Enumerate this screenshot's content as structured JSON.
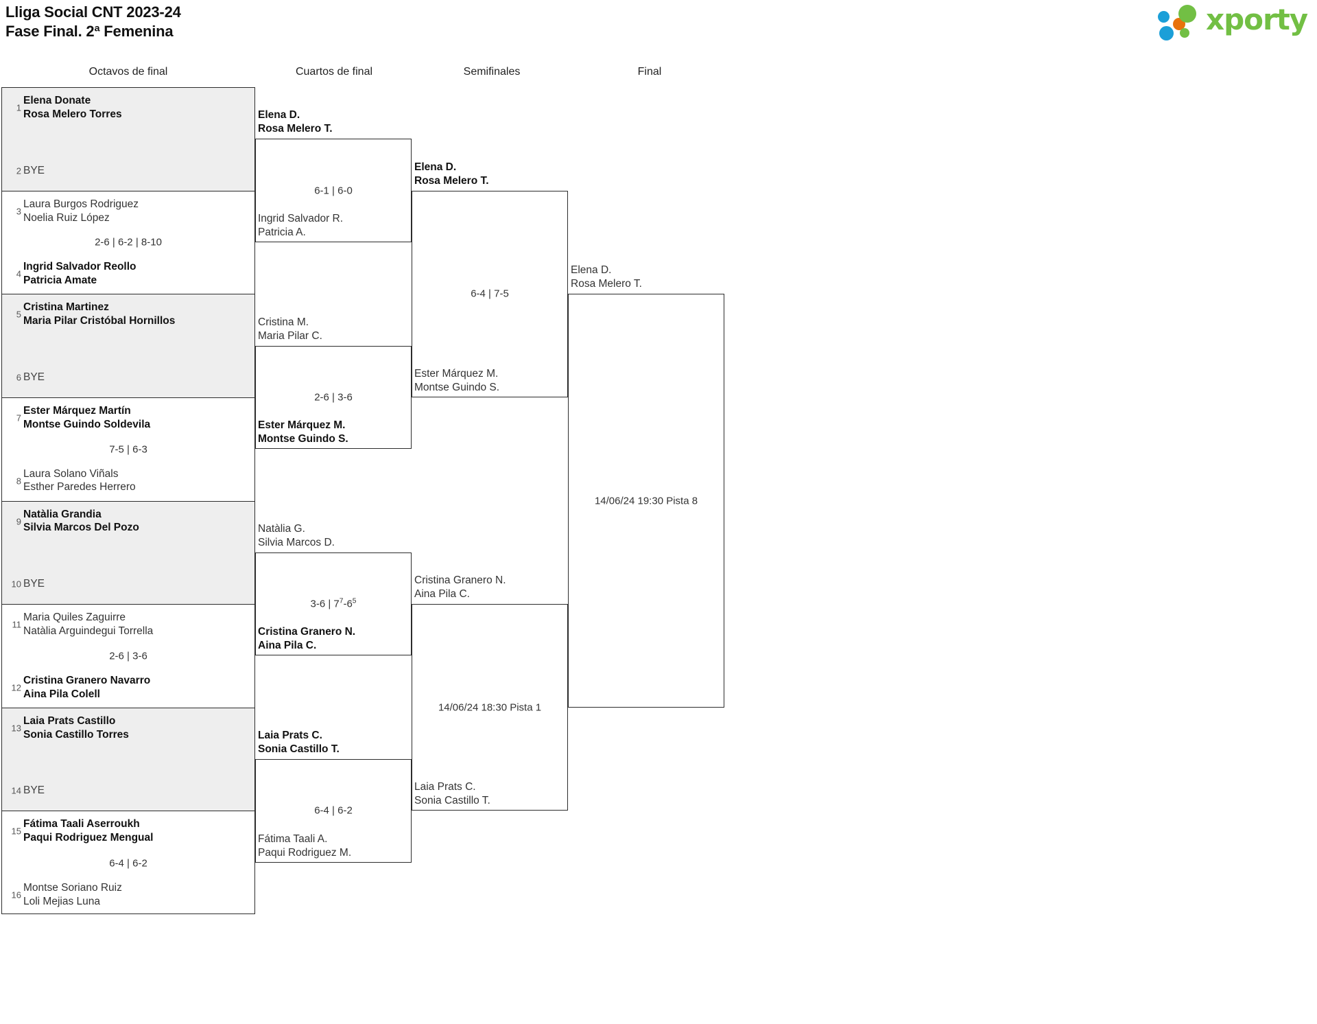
{
  "header": {
    "title_line1": "Lliga Social CNT 2023-24",
    "title_line2": "Fase Final. 2ª Femenina",
    "logo_text": "xporty",
    "logo_colors": {
      "blue": "#1b9fd8",
      "orange": "#e8720c",
      "green": "#72bf44"
    }
  },
  "rounds": [
    {
      "label": "Octavos de final"
    },
    {
      "label": "Cuartos de final"
    },
    {
      "label": "Semifinales"
    },
    {
      "label": "Final"
    }
  ],
  "round1": {
    "matches": [
      {
        "bye": true,
        "score": "",
        "top": {
          "seed": "1",
          "line1": "Elena Donate",
          "line2": "Rosa Melero Torres",
          "winner": true
        },
        "bottom": {
          "seed": "2",
          "line1": "BYE",
          "line2": "",
          "winner": false
        }
      },
      {
        "bye": false,
        "score": "2-6 | 6-2 | 8-10",
        "top": {
          "seed": "3",
          "line1": "Laura Burgos Rodriguez",
          "line2": "Noelia Ruiz López",
          "winner": false
        },
        "bottom": {
          "seed": "4",
          "line1": "Ingrid Salvador Reollo",
          "line2": "Patricia Amate",
          "winner": true
        }
      },
      {
        "bye": true,
        "score": "",
        "top": {
          "seed": "5",
          "line1": "Cristina Martinez",
          "line2": "Maria Pilar Cristóbal Hornillos",
          "winner": true
        },
        "bottom": {
          "seed": "6",
          "line1": "BYE",
          "line2": "",
          "winner": false
        }
      },
      {
        "bye": false,
        "score": "7-5 | 6-3",
        "top": {
          "seed": "7",
          "line1": "Ester Márquez Martín",
          "line2": "Montse Guindo Soldevila",
          "winner": true
        },
        "bottom": {
          "seed": "8",
          "line1": "Laura Solano Viñals",
          "line2": "Esther Paredes Herrero",
          "winner": false
        }
      },
      {
        "bye": true,
        "score": "",
        "top": {
          "seed": "9",
          "line1": "Natàlia Grandia",
          "line2": "Silvia Marcos Del Pozo",
          "winner": true
        },
        "bottom": {
          "seed": "10",
          "line1": "BYE",
          "line2": "",
          "winner": false
        }
      },
      {
        "bye": false,
        "score": "2-6 | 3-6",
        "top": {
          "seed": "11",
          "line1": "Maria Quiles Zaguirre",
          "line2": "Natàlia Arguindegui Torrella",
          "winner": false
        },
        "bottom": {
          "seed": "12",
          "line1": "Cristina Granero Navarro",
          "line2": "Aina Pila Colell",
          "winner": true
        }
      },
      {
        "bye": true,
        "score": "",
        "top": {
          "seed": "13",
          "line1": "Laia Prats Castillo",
          "line2": "Sonia Castillo Torres",
          "winner": true
        },
        "bottom": {
          "seed": "14",
          "line1": "BYE",
          "line2": "",
          "winner": false
        }
      },
      {
        "bye": false,
        "score": "6-4 | 6-2",
        "top": {
          "seed": "15",
          "line1": "Fátima Taali Aserroukh",
          "line2": "Paqui Rodriguez Mengual",
          "winner": true
        },
        "bottom": {
          "seed": "16",
          "line1": "Montse Soriano Ruiz",
          "line2": "Loli Mejias Luna",
          "winner": false
        }
      }
    ]
  },
  "round2": {
    "matches": [
      {
        "score": "6-1 | 6-0",
        "top": {
          "line1": "Elena D.",
          "line2": "Rosa Melero T.",
          "winner": true
        },
        "bottom": {
          "line1": "Ingrid Salvador R.",
          "line2": "Patricia A.",
          "winner": false
        }
      },
      {
        "score": "2-6 | 3-6",
        "top": {
          "line1": "Cristina M.",
          "line2": "Maria Pilar C.",
          "winner": false
        },
        "bottom": {
          "line1": "Ester Márquez M.",
          "line2": "Montse Guindo S.",
          "winner": true
        }
      },
      {
        "score_html": "3-6 | 7<sup>7</sup>-6<sup>5</sup>",
        "score": "3-6 | 7⁷-6⁵",
        "top": {
          "line1": "Natàlia G.",
          "line2": "Silvia Marcos D.",
          "winner": false
        },
        "bottom": {
          "line1": "Cristina Granero N.",
          "line2": "Aina Pila C.",
          "winner": true
        }
      },
      {
        "score": "6-4 | 6-2",
        "top": {
          "line1": "Laia Prats C.",
          "line2": "Sonia Castillo T.",
          "winner": true
        },
        "bottom": {
          "line1": "Fátima Taali A.",
          "line2": "Paqui Rodriguez M.",
          "winner": false
        }
      }
    ]
  },
  "round3": {
    "matches": [
      {
        "score": "6-4 | 7-5",
        "top": {
          "line1": "Elena D.",
          "line2": "Rosa Melero T.",
          "winner": true
        },
        "bottom": {
          "line1": "Ester Márquez M.",
          "line2": "Montse Guindo S.",
          "winner": false
        }
      },
      {
        "score": "14/06/24 18:30 Pista 1",
        "top": {
          "line1": "Cristina Granero N.",
          "line2": "Aina Pila C.",
          "winner": false
        },
        "bottom": {
          "line1": "Laia Prats C.",
          "line2": "Sonia Castillo T.",
          "winner": false
        }
      }
    ]
  },
  "round4": {
    "matches": [
      {
        "score": "14/06/24 19:30 Pista 8",
        "top": {
          "line1": "Elena D.",
          "line2": "Rosa Melero T.",
          "winner": false
        },
        "bottom": {
          "line1": "",
          "line2": "",
          "winner": false
        }
      }
    ]
  }
}
